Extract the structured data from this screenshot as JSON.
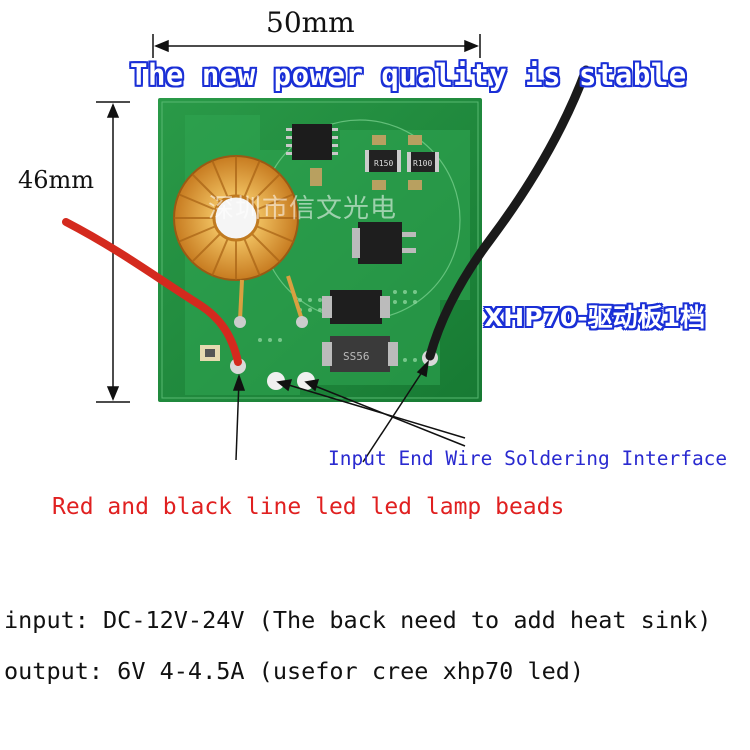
{
  "dimensions": {
    "width_label": "50mm",
    "height_label": "46mm"
  },
  "title_banner": "The new power quality is stable",
  "watermark": "深圳市信文光电",
  "model_label": "XHP70-驱动板1档",
  "pcb_silkscreen": {
    "resistor_1": "R150",
    "resistor_2": "R100"
  },
  "annotations": {
    "solder_interface": "Input End Wire Soldering Interface",
    "led_wires": "Red and black line led led lamp beads"
  },
  "specs": {
    "input": "input: DC-12V-24V (The back need to add heat sink)",
    "output": "output: 6V 4-4.5A  (usefor cree xhp70 led)"
  },
  "colors": {
    "pcb_green": "#1f8a3c",
    "banner_blue": "#1a2fd6",
    "annotation_blue": "#2a2ad0",
    "annotation_red": "#e02020",
    "wire_red": "#d42a1e",
    "wire_black": "#1a1a1a",
    "coil_copper": "#e8a23a"
  }
}
